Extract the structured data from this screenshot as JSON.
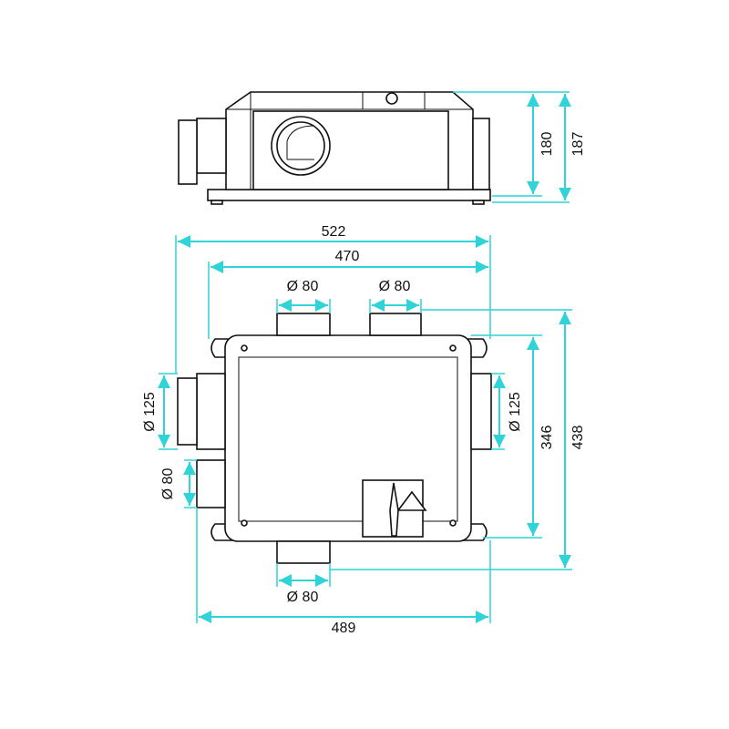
{
  "title": "Ventilation unit dimensional drawing",
  "accent_color": "#2fd3d8",
  "side_view": {
    "height_body": "180",
    "height_total": "187"
  },
  "plan_view": {
    "width_total": "522",
    "width_body": "470",
    "top_left_duct": "Ø 80",
    "top_right_duct": "Ø 80",
    "left_large_duct": "Ø 125",
    "left_small_duct": "Ø 80",
    "right_duct": "Ø 125",
    "depth_body": "346",
    "depth_total": "438",
    "bottom_duct": "Ø 80",
    "width_feet": "489"
  }
}
